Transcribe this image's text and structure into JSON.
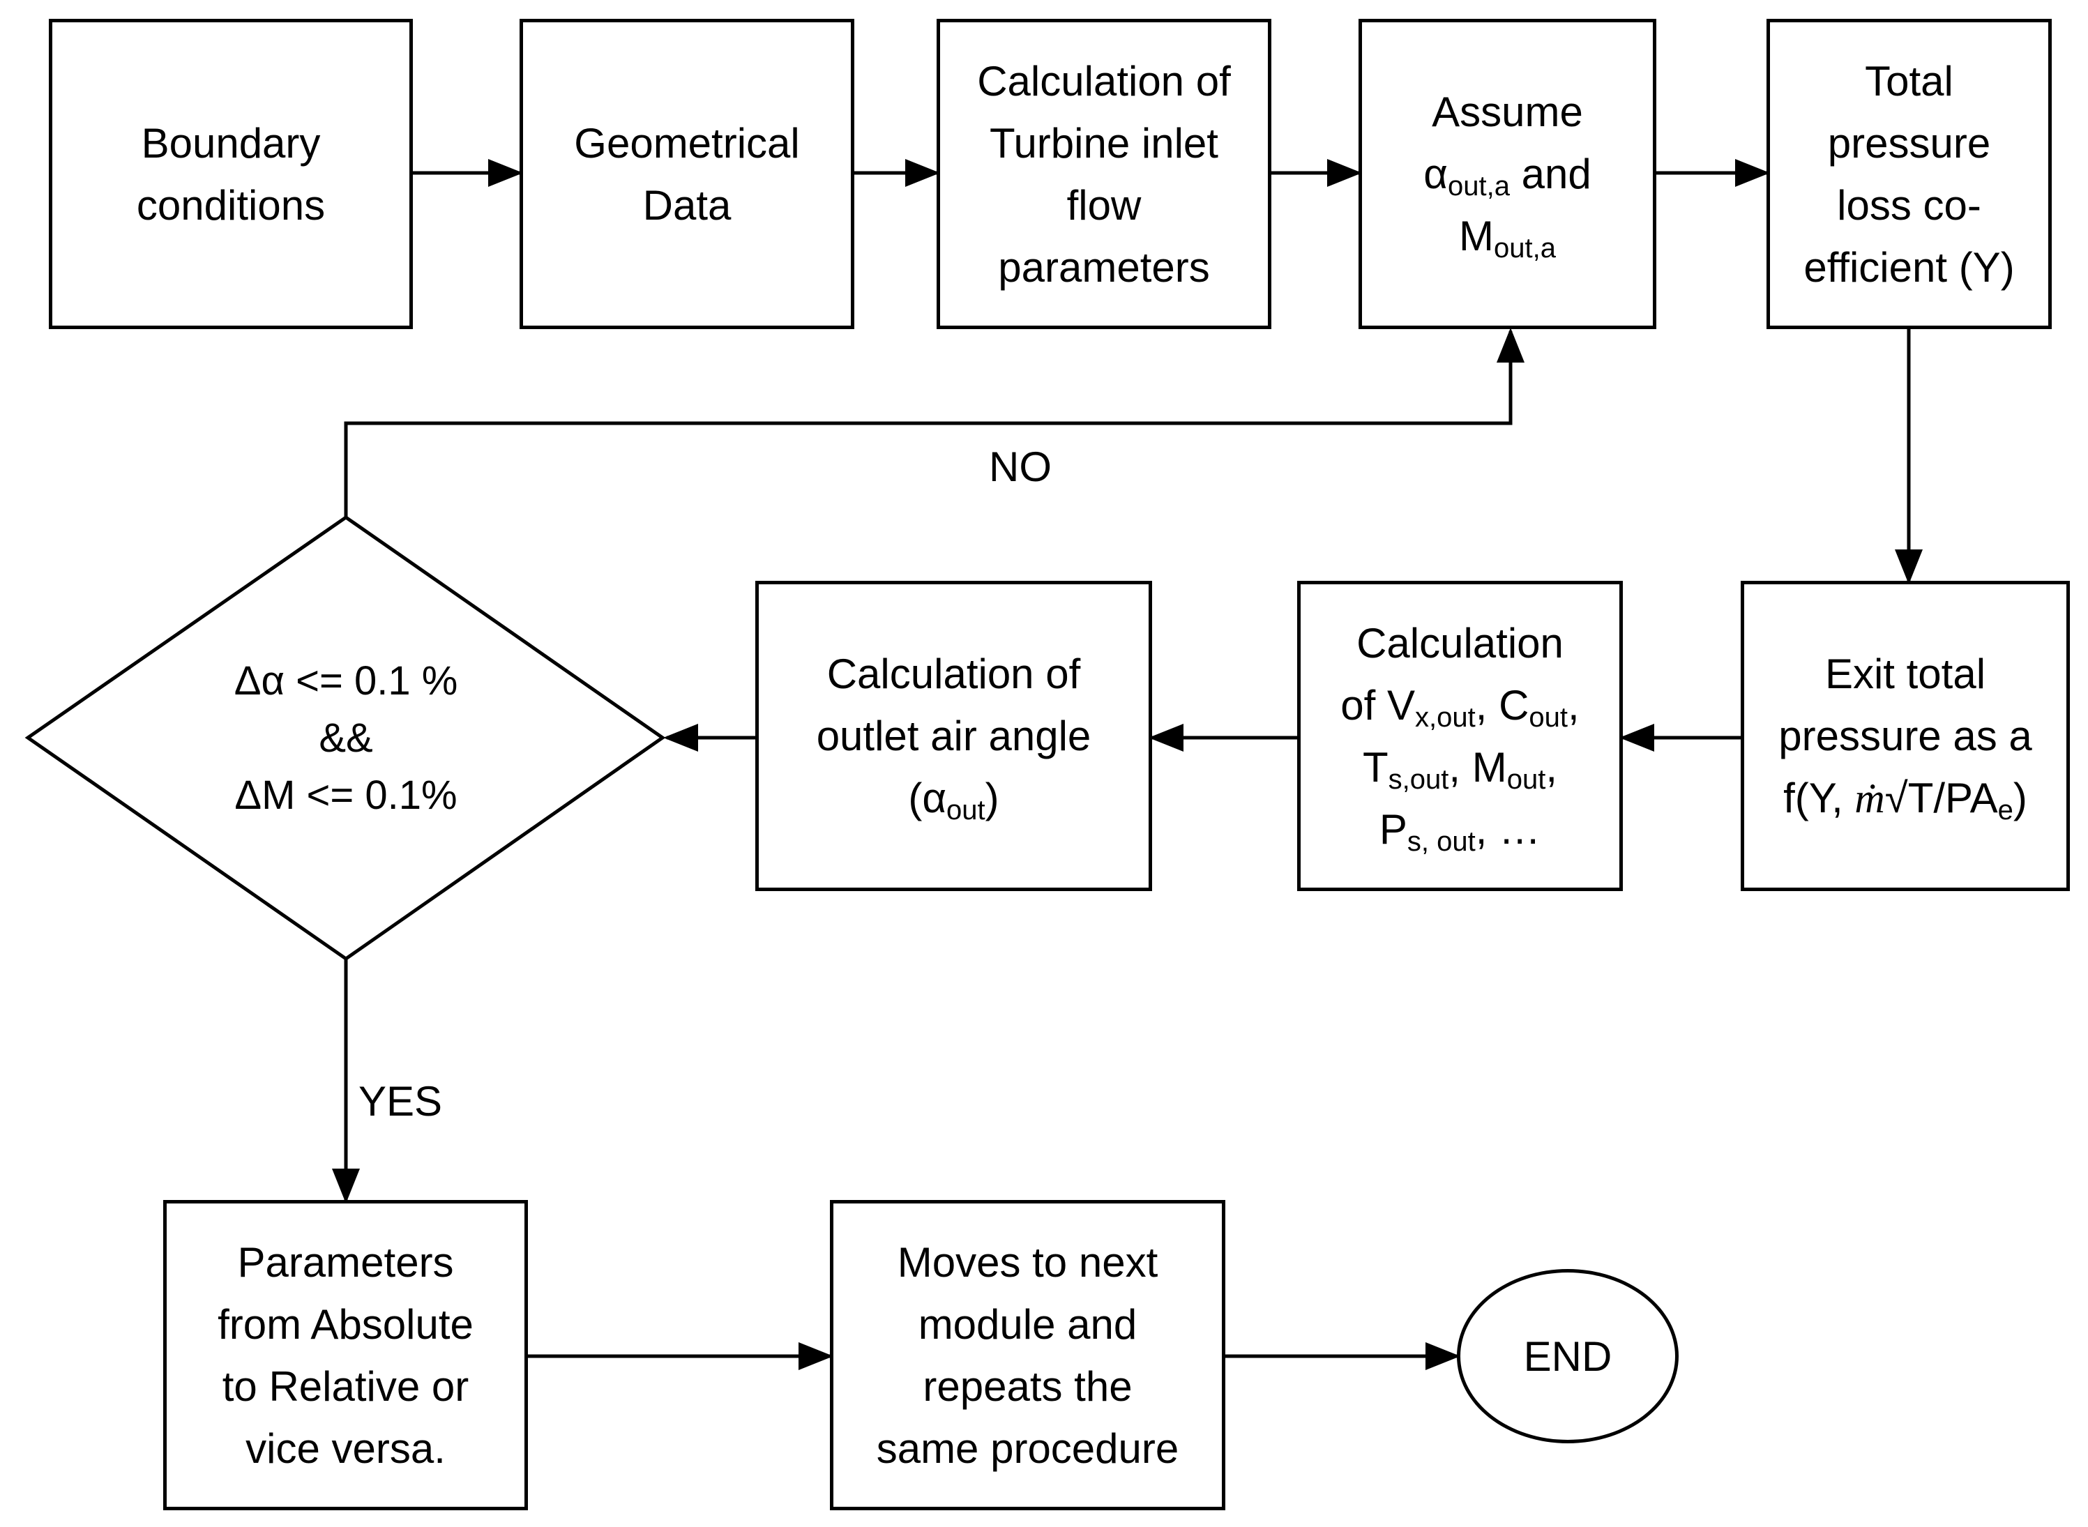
{
  "nodes": {
    "boundary": {
      "l1": "Boundary",
      "l2": "conditions"
    },
    "geometry": {
      "l1": "Geometrical",
      "l2": "Data"
    },
    "inlet": {
      "l1": "Calculation of",
      "l2": "Turbine inlet",
      "l3": "flow",
      "l4": "parameters"
    },
    "assume": {
      "l1": "Assume",
      "alpha": "α",
      "alpha_sub": "out,a",
      "and": " and",
      "m": "M",
      "m_sub": "out,a"
    },
    "loss": {
      "l1": "Total",
      "l2": "pressure",
      "l3": "loss co-",
      "l4": "efficient (Y)"
    },
    "exit": {
      "l1": "Exit total",
      "l2": "pressure as a",
      "l3a": "f(Y, ",
      "mdot": "ṁ",
      "l3b": "√T/PA",
      "l3_sub": "e",
      "l3c": ")"
    },
    "calc": {
      "l1": "Calculation",
      "l2a": "of V",
      "l2_sub1": "x,out",
      "l2b": ", C",
      "l2_sub2": "out",
      "l2c": ",",
      "l3a": "T",
      "l3_sub1": "s,out",
      "l3b": ", M",
      "l3_sub2": "out",
      "l3c": ",",
      "l4a": "P",
      "l4_sub": "s, out",
      "l4b": ", …"
    },
    "outlet": {
      "l1": "Calculation of",
      "l2": "outlet air angle",
      "l3a": "(α",
      "l3_sub": "out",
      "l3b": ")"
    },
    "decision": {
      "l1": "Δα <= 0.1 %",
      "l2": "&&",
      "l3": "ΔM <= 0.1%"
    },
    "params": {
      "l1": "Parameters",
      "l2": "from Absolute",
      "l3": "to Relative or",
      "l4": "vice versa."
    },
    "next": {
      "l1": "Moves to next",
      "l2": "module and",
      "l3": "repeats the",
      "l4": "same procedure"
    },
    "end": {
      "l1": "END"
    }
  },
  "edge_labels": {
    "no": "NO",
    "yes": "YES"
  }
}
